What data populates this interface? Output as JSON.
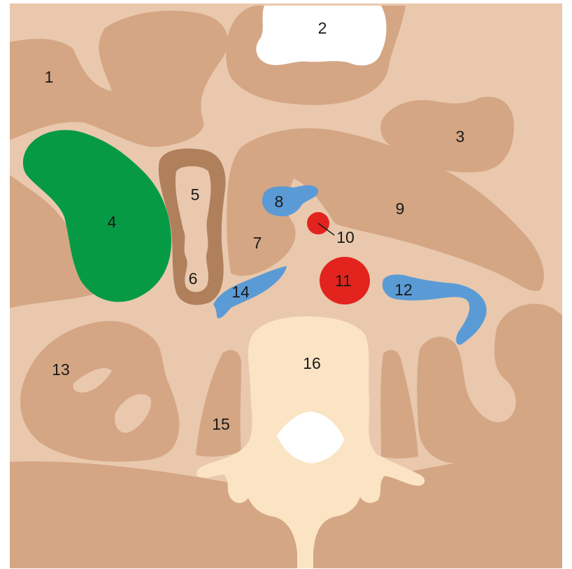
{
  "labels": {
    "l1": "1",
    "l2": "2",
    "l3": "3",
    "l4": "4",
    "l5": "5",
    "l6": "6",
    "l7": "7",
    "l8": "8",
    "l9": "9",
    "l10": "10",
    "l11": "11",
    "l12": "12",
    "l13": "13",
    "l14": "14",
    "l15": "15",
    "l16": "16"
  },
  "colors": {
    "background": "#e9c8ad",
    "muscle": "#d4a684",
    "muscle_dark": "#b07f5c",
    "green_organ": "#079a45",
    "vein_blue": "#5a9bd6",
    "artery_red": "#e3231d",
    "vertebra": "#fbe4c4",
    "cavity": "#ffffff"
  }
}
